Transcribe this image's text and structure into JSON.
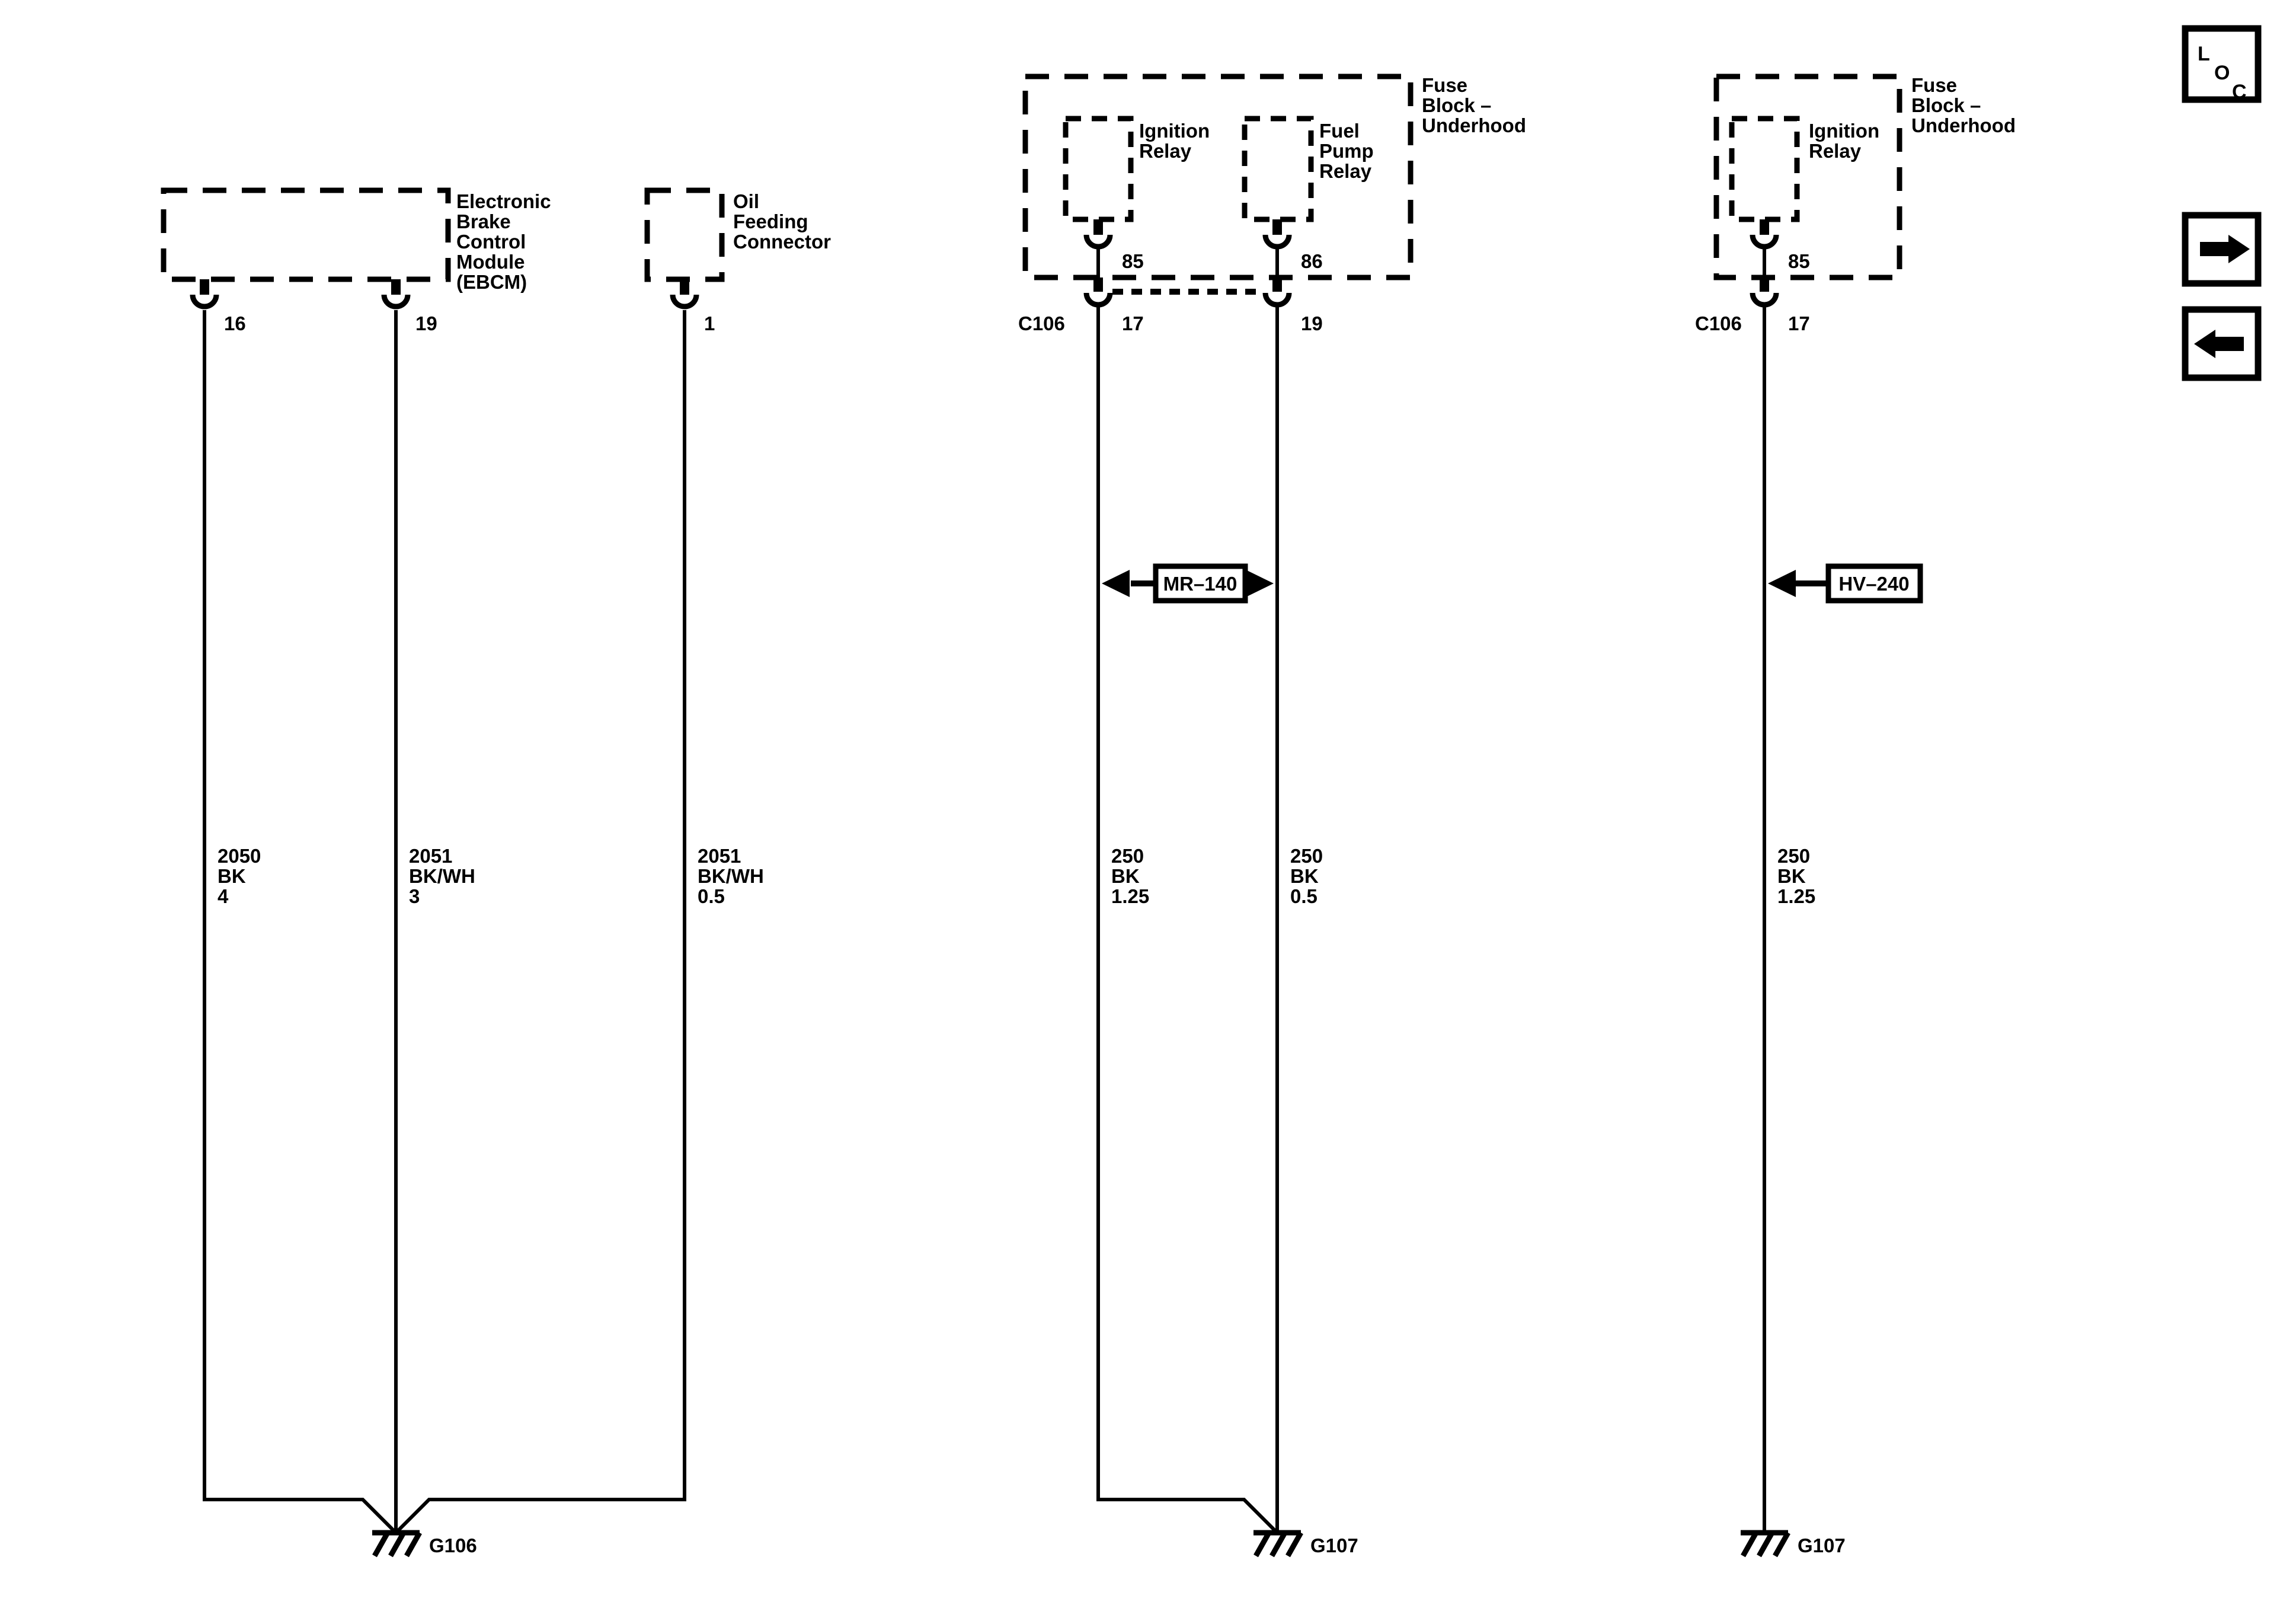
{
  "canvas": {
    "background": "#ffffff",
    "line_color": "#000000"
  },
  "corner_tools": {
    "loc_box": {
      "letters": [
        "L",
        "O",
        "C"
      ]
    }
  },
  "ebcm": {
    "label": [
      "Electronic",
      "Brake",
      "Control",
      "Module",
      "(EBCM)"
    ],
    "pins": [
      "16",
      "19"
    ]
  },
  "oil_connector": {
    "label": [
      "Oil",
      "Feeding",
      "Connector"
    ],
    "pin": "1"
  },
  "fuse_block_center": {
    "label": [
      "Fuse",
      "Block –",
      "Underhood"
    ],
    "ignition_relay": {
      "label": [
        "Ignition",
        "Relay"
      ],
      "pin": "85"
    },
    "fuel_pump_relay": {
      "label": [
        "Fuel",
        "Pump",
        "Relay"
      ],
      "pin": "86"
    },
    "connector": {
      "name": "C106",
      "pins": [
        "17",
        "19"
      ]
    }
  },
  "fuse_block_right": {
    "label": [
      "Fuse",
      "Block –",
      "Underhood"
    ],
    "ignition_relay": {
      "label": [
        "Ignition",
        "Relay"
      ],
      "pin": "85"
    },
    "connector": {
      "name": "C106",
      "pin": "17"
    }
  },
  "wires": [
    {
      "circuit": "2050",
      "color": "BK",
      "gauge": "4"
    },
    {
      "circuit": "2051",
      "color": "BK/WH",
      "gauge": "3"
    },
    {
      "circuit": "2051",
      "color": "BK/WH",
      "gauge": "0.5"
    },
    {
      "circuit": "250",
      "color": "BK",
      "gauge": "1.25"
    },
    {
      "circuit": "250",
      "color": "BK",
      "gauge": "0.5"
    },
    {
      "circuit": "250",
      "color": "BK",
      "gauge": "1.25"
    }
  ],
  "references": {
    "mr": "MR–140",
    "hv": "HV–240"
  },
  "grounds": [
    {
      "name": "G106"
    },
    {
      "name": "G107"
    },
    {
      "name": "G107"
    }
  ]
}
